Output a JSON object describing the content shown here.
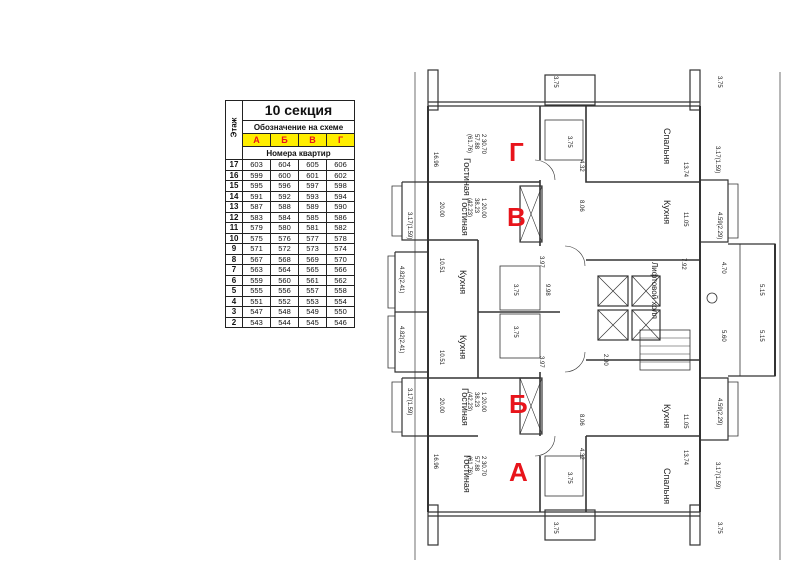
{
  "table": {
    "floor_header": "Этаж",
    "section_title": "10 секция",
    "scheme_title": "Обозначение на схеме",
    "letters": [
      "А",
      "Б",
      "В",
      "Г"
    ],
    "numbers_title": "Номера квартир",
    "rows": [
      {
        "floor": "17",
        "apts": [
          "603",
          "604",
          "605",
          "606"
        ]
      },
      {
        "floor": "16",
        "apts": [
          "599",
          "600",
          "601",
          "602"
        ]
      },
      {
        "floor": "15",
        "apts": [
          "595",
          "596",
          "597",
          "598"
        ]
      },
      {
        "floor": "14",
        "apts": [
          "591",
          "592",
          "593",
          "594"
        ]
      },
      {
        "floor": "13",
        "apts": [
          "587",
          "588",
          "589",
          "590"
        ]
      },
      {
        "floor": "12",
        "apts": [
          "583",
          "584",
          "585",
          "586"
        ]
      },
      {
        "floor": "11",
        "apts": [
          "579",
          "580",
          "581",
          "582"
        ]
      },
      {
        "floor": "10",
        "apts": [
          "575",
          "576",
          "577",
          "578"
        ]
      },
      {
        "floor": "9",
        "apts": [
          "571",
          "572",
          "573",
          "574"
        ]
      },
      {
        "floor": "8",
        "apts": [
          "567",
          "568",
          "569",
          "570"
        ]
      },
      {
        "floor": "7",
        "apts": [
          "563",
          "564",
          "565",
          "566"
        ]
      },
      {
        "floor": "6",
        "apts": [
          "559",
          "560",
          "561",
          "562"
        ]
      },
      {
        "floor": "5",
        "apts": [
          "555",
          "556",
          "557",
          "558"
        ]
      },
      {
        "floor": "4",
        "apts": [
          "551",
          "552",
          "553",
          "554"
        ]
      },
      {
        "floor": "3",
        "apts": [
          "547",
          "548",
          "549",
          "550"
        ]
      },
      {
        "floor": "2",
        "apts": [
          "543",
          "544",
          "545",
          "546"
        ]
      }
    ]
  },
  "plan": {
    "apartment_letters": {
      "g": "Г",
      "v": "В",
      "b": "Б",
      "a": "А"
    },
    "rooms": {
      "living": "Гостиная",
      "kitchen": "Кухня",
      "bedroom": "Спальня",
      "lift_hall": "Лифтовой холл"
    },
    "dims": {
      "g_living_area": "16.96",
      "g_apt": "2  30.70\n57.88\n(61.76)",
      "g_bath": "3.75",
      "g_hall": "4.32",
      "bedroom_top": "13.74",
      "bedroom_top_loggia": "3.17(1.59)",
      "v_living_area": "20.00",
      "v_apt": "1  20.00\n38.23\n(42.23)",
      "v_loggia": "3.17(1.59)",
      "v_hall": "8.06",
      "v_kitchen": "11.05",
      "v_kitchen_loggia": "4.59(2.29)",
      "kitchen_left_top": "10.51",
      "kitchen_left_top_loggia": "4.82(2.41)",
      "corridor_top": "3.97",
      "bath_mid_top": "3.75",
      "corridor_main": "9.98",
      "lift_hall_area": "7.92",
      "right_top": "4.70",
      "balcony_top": "5.15",
      "kitchen_left_bottom": "10.51",
      "kitchen_left_bottom_loggia": "4.82(2.41)",
      "bath_mid_bottom": "3.75",
      "corridor_bottom": "3.97",
      "stair_small": "2.90",
      "right_bottom": "5.60",
      "balcony_bottom": "5.15",
      "b_living_area": "20.00",
      "b_apt": "1  20.00\n38.23\n(42.23)",
      "b_loggia": "3.17(1.59)",
      "b_hall": "8.06",
      "b_kitchen": "11.05",
      "b_kitchen_loggia": "4.59(2.29)",
      "a_living_area": "16.96",
      "a_apt": "2  30.70\n57.88\n(61.76)",
      "a_hall": "4.32",
      "a_bath": "3.75",
      "bedroom_bottom": "13.74",
      "bedroom_bottom_loggia": "3.17(1.59)",
      "top_edge_left": "3.75",
      "top_edge_right": "3.75",
      "bottom_edge_left": "3.75",
      "bottom_edge_right": "3.75"
    }
  }
}
